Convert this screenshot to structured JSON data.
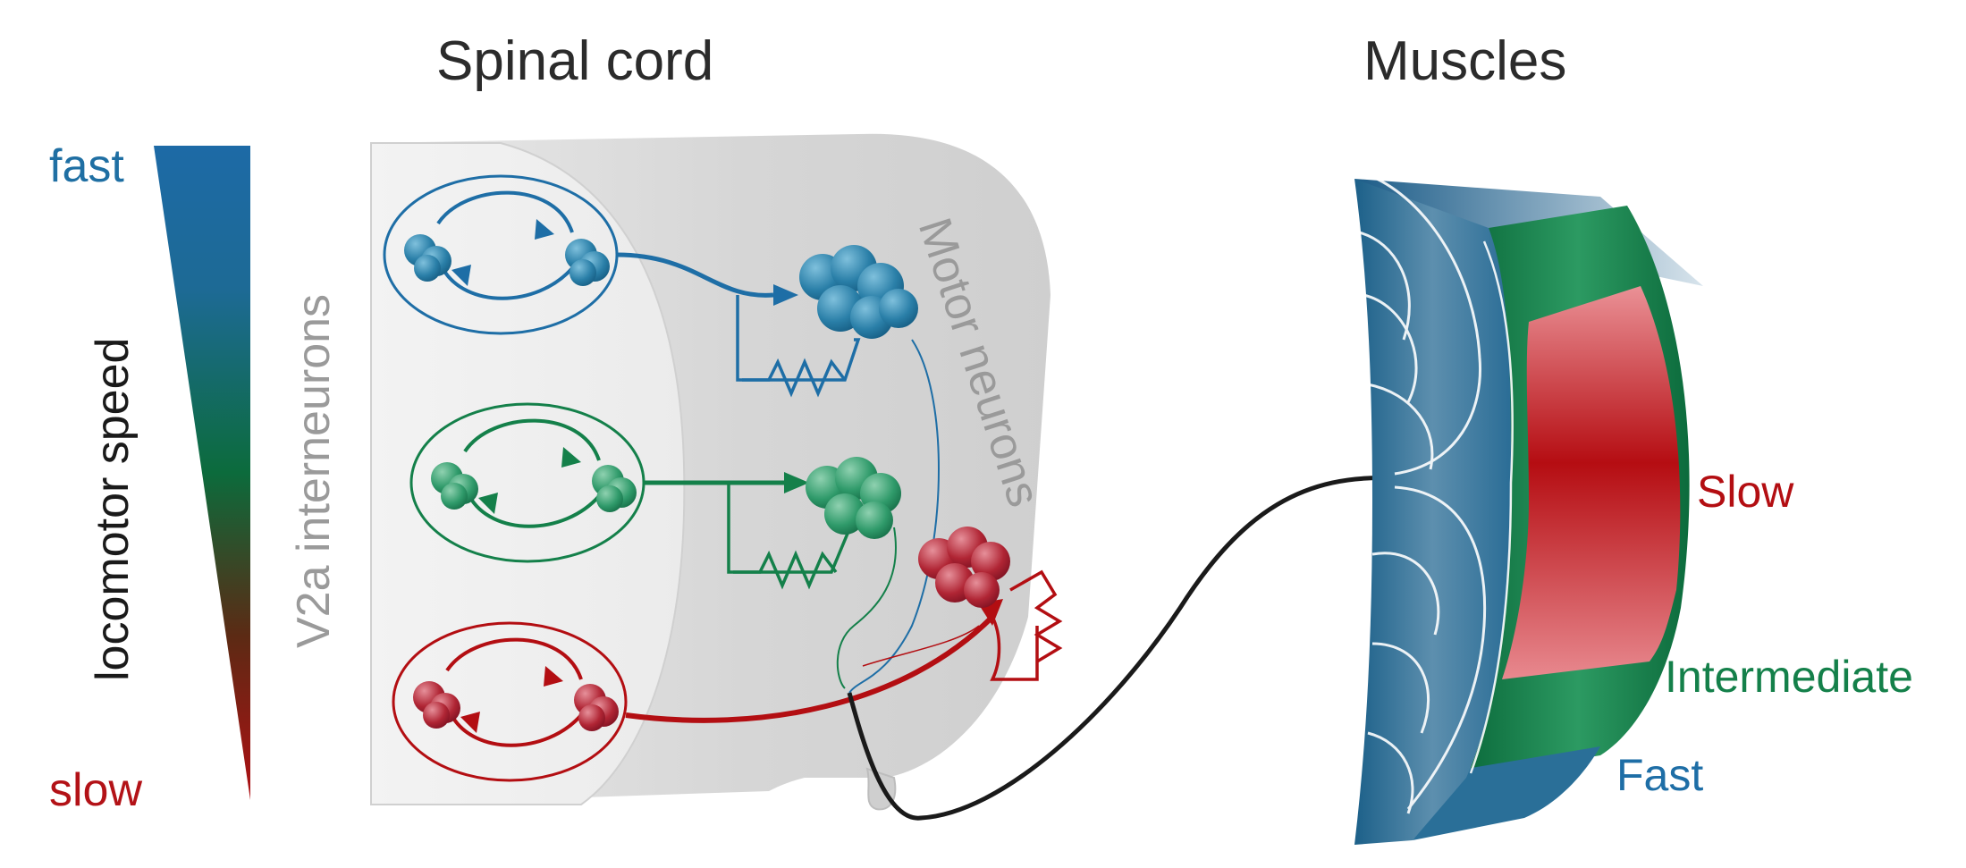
{
  "titles": {
    "spinal_cord": "Spinal cord",
    "muscles": "Muscles"
  },
  "speed_scale": {
    "fast_label": "fast",
    "slow_label": "slow",
    "axis_label": "locomotor speed",
    "colors": {
      "fast": "#1f6fa3",
      "mid": "#0f7a48",
      "slow": "#b31217"
    }
  },
  "spinal_cord": {
    "interneuron_label": "V2a interneurons",
    "motor_neuron_label": "Motor neurons"
  },
  "muscle_types": {
    "slow": "Slow",
    "intermediate": "Intermediate",
    "fast": "Fast"
  },
  "colors": {
    "blue": "#1e6ea6",
    "green": "#14804a",
    "red": "#b30e12",
    "text_grey": "#2b2b2b",
    "cord_label_grey": "#9a9a9a"
  }
}
